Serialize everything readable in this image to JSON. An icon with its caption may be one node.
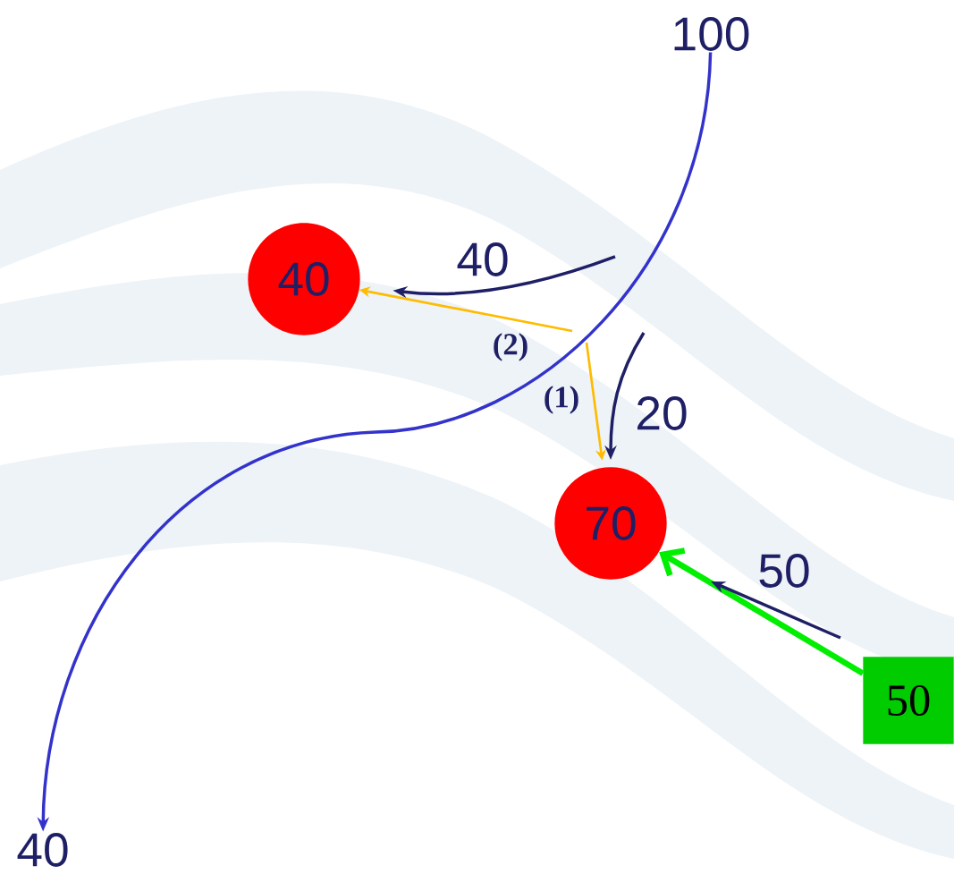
{
  "diagram": {
    "nodes": [
      {
        "text": [
          "100"
        ]
      },
      {
        "text": [
          "40"
        ]
      },
      {
        "text": [
          "40"
        ]
      },
      {
        "text": [
          "70"
        ]
      },
      {
        "text": [
          "50"
        ]
      }
    ],
    "edges": [
      {
        "from": 0,
        "to": 1,
        "arrow": "to",
        "color": "#3333cc"
      },
      {
        "from": null,
        "to": 2,
        "arrow": "to",
        "label": "40"
      },
      {
        "from": null,
        "to": 2,
        "arrow": "to",
        "label": "(2)",
        "color": "#ffbb00"
      },
      {
        "from": null,
        "to": 3,
        "arrow": "to",
        "label": "(1)",
        "color": "#ffbb00"
      },
      {
        "from": null,
        "to": 3,
        "arrow": "to",
        "label": "20"
      },
      {
        "from": 4,
        "to": 3,
        "arrow": "to",
        "style": "thick",
        "color": "#00ee00"
      }
    ],
    "labels": [
      "50"
    ]
  }
}
